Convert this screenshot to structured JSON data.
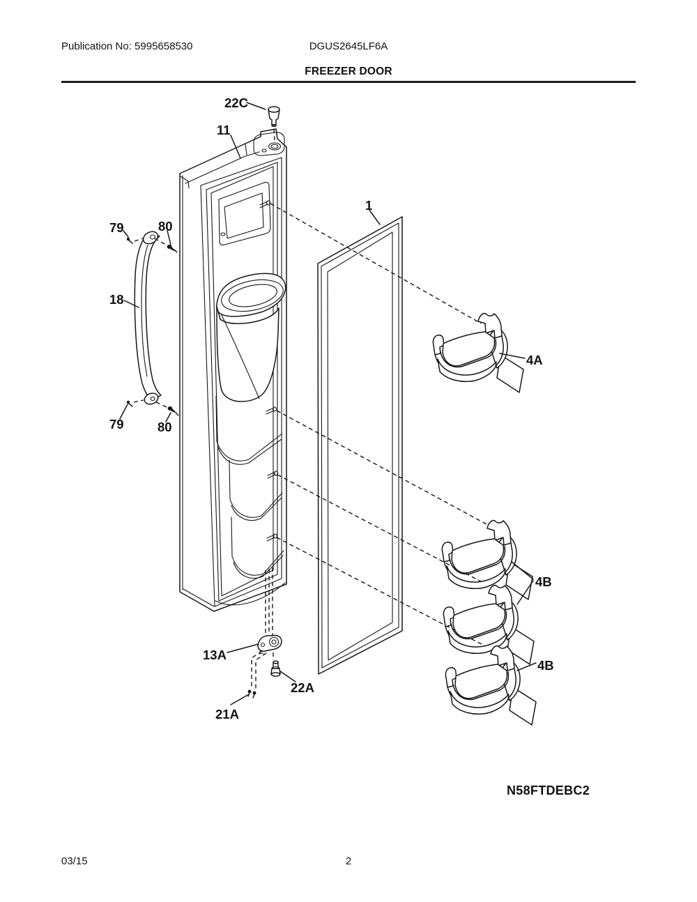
{
  "header": {
    "publication": "Publication No: 5995658530",
    "model": "DGUS2645LF6A",
    "title": "FREEZER DOOR"
  },
  "callouts": {
    "c22C": "22C",
    "c11": "11",
    "c79_top": "79",
    "c80_top": "80",
    "c18": "18",
    "c79_bottom": "79",
    "c80_bottom": "80",
    "c1": "1",
    "c4A": "4A",
    "c4B_group": "4B",
    "c4B_single": "4B",
    "c13A": "13A",
    "c22A": "22A",
    "c21A": "21A"
  },
  "diagram_code": "N58FTDEBC2",
  "footer": {
    "date": "03/15",
    "page_number": "2"
  }
}
